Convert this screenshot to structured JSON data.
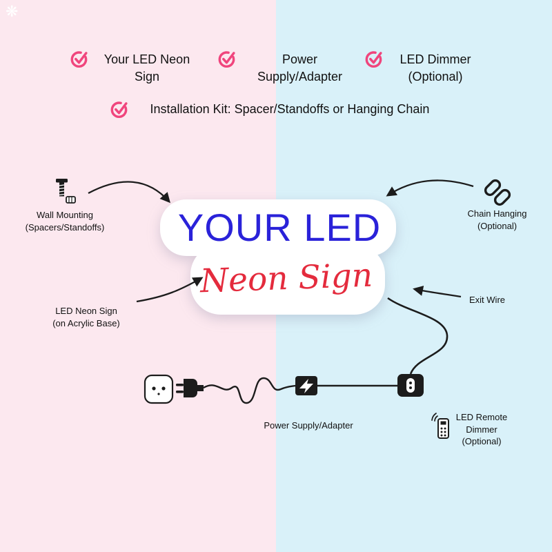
{
  "colors": {
    "bg_left_pink": "#fce8ef",
    "bg_right_blue": "#d9f1f9",
    "check_pink": "#f0457d",
    "sign_blue": "#2a22d9",
    "sign_red": "#e42b3d",
    "line_black": "#1c1c1c",
    "sign_base_white": "#ffffff"
  },
  "checklist": [
    {
      "label": "Your LED Neon Sign"
    },
    {
      "label": "Power Supply/Adapter"
    },
    {
      "label": "LED Dimmer (Optional)"
    },
    {
      "label": "Installation Kit: Spacer/Standoffs or Hanging Chain"
    }
  ],
  "sign": {
    "line1": "YOUR LED",
    "line2": "Neon Sign"
  },
  "annotations": {
    "wall_mounting": {
      "line1": "Wall Mounting",
      "line2": "(Spacers/Standoffs)"
    },
    "chain_hanging": {
      "line1": "Chain Hanging",
      "line2": "(Optional)"
    },
    "led_neon_sign": {
      "line1": "LED Neon Sign",
      "line2": "(on Acrylic Base)"
    },
    "exit_wire": {
      "line1": "Exit Wire"
    },
    "power_supply": {
      "line1": "Power Supply/Adapter"
    },
    "led_remote_dimmer": {
      "line1": "LED Remote",
      "line2": "Dimmer",
      "line3": "(Optional)"
    }
  },
  "icons": [
    "check-icon",
    "screw-standoff-icon",
    "chain-link-icon",
    "wall-socket-icon",
    "power-plug-icon",
    "power-adapter-icon",
    "inline-dimmer-icon",
    "remote-control-icon",
    "corner-logo-icon"
  ]
}
